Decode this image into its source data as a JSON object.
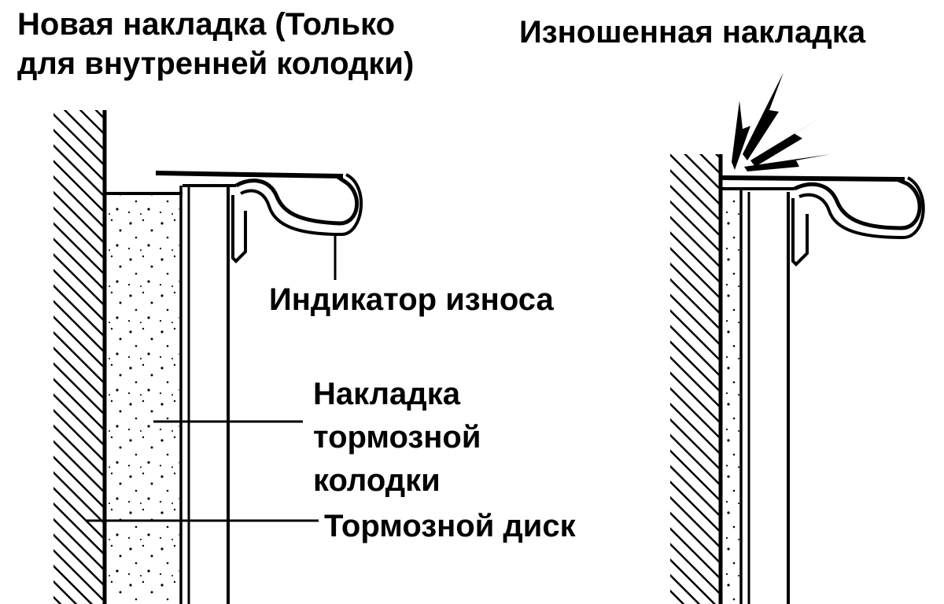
{
  "titles": {
    "new_pad": [
      "Новая накладка (Только",
      "для внутренней колодки)"
    ],
    "worn_pad": "Изношенная накладка"
  },
  "labels": {
    "wear_indicator": "Индикатор износа",
    "brake_pad_lining": [
      "Накладка",
      "тормозной",
      "колодки"
    ],
    "brake_disc": "Тормозной диск"
  },
  "colors": {
    "ink": "#000000",
    "paper": "#ffffff"
  }
}
